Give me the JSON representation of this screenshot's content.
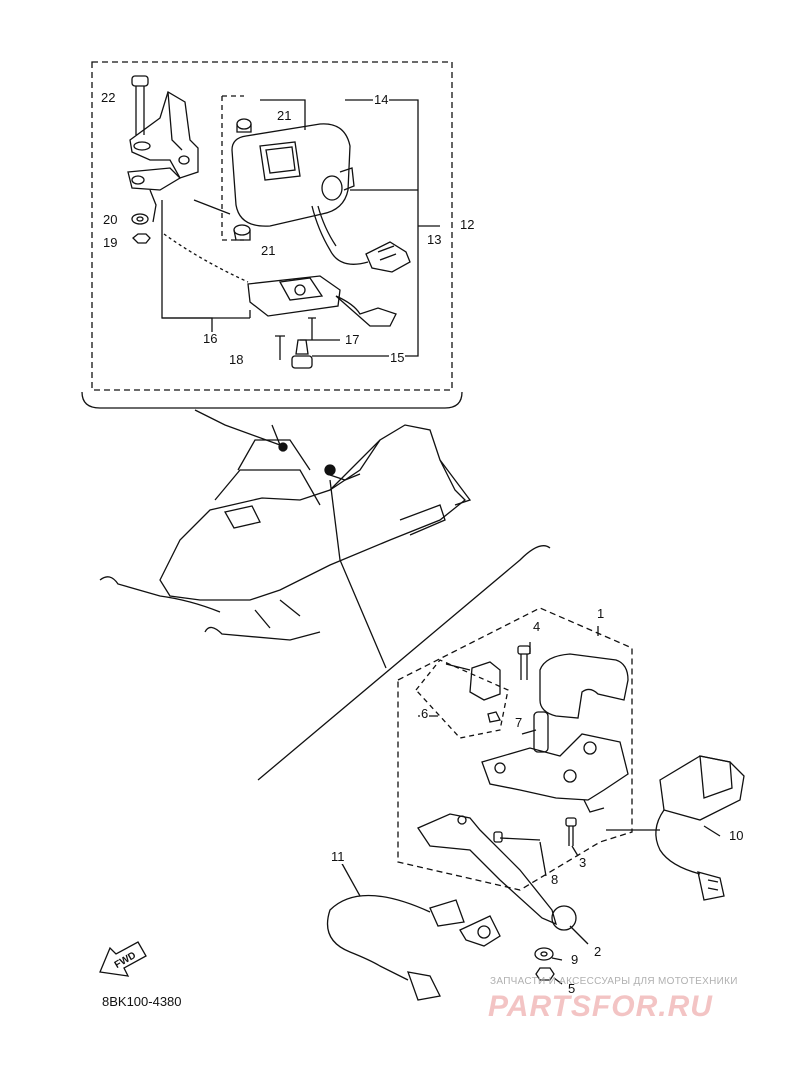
{
  "diagram_code": "8BK100-4380",
  "fwd_label": "FWD",
  "watermark": {
    "line": "ЗАПЧАСТИ И АКСЕССУАРЫ ДЛЯ МОТОТЕХНИКИ",
    "logo": "PARTSFOR.RU"
  },
  "callouts": {
    "c1": "1",
    "c2": "2",
    "c3": "3",
    "c4": "4",
    "c5": "5",
    "c6": "6",
    "c7": "7",
    "c8": "8",
    "c9": "9",
    "c10": "10",
    "c11": "11",
    "c12": "12",
    "c13": "13",
    "c14": "14",
    "c15": "15",
    "c16": "16",
    "c17": "17",
    "c18": "18",
    "c19": "19",
    "c20": "20",
    "c21a": "21",
    "c21b": "21",
    "c22": "22"
  },
  "colors": {
    "line": "#111111",
    "watermark_logo": "#f3c4c4"
  }
}
